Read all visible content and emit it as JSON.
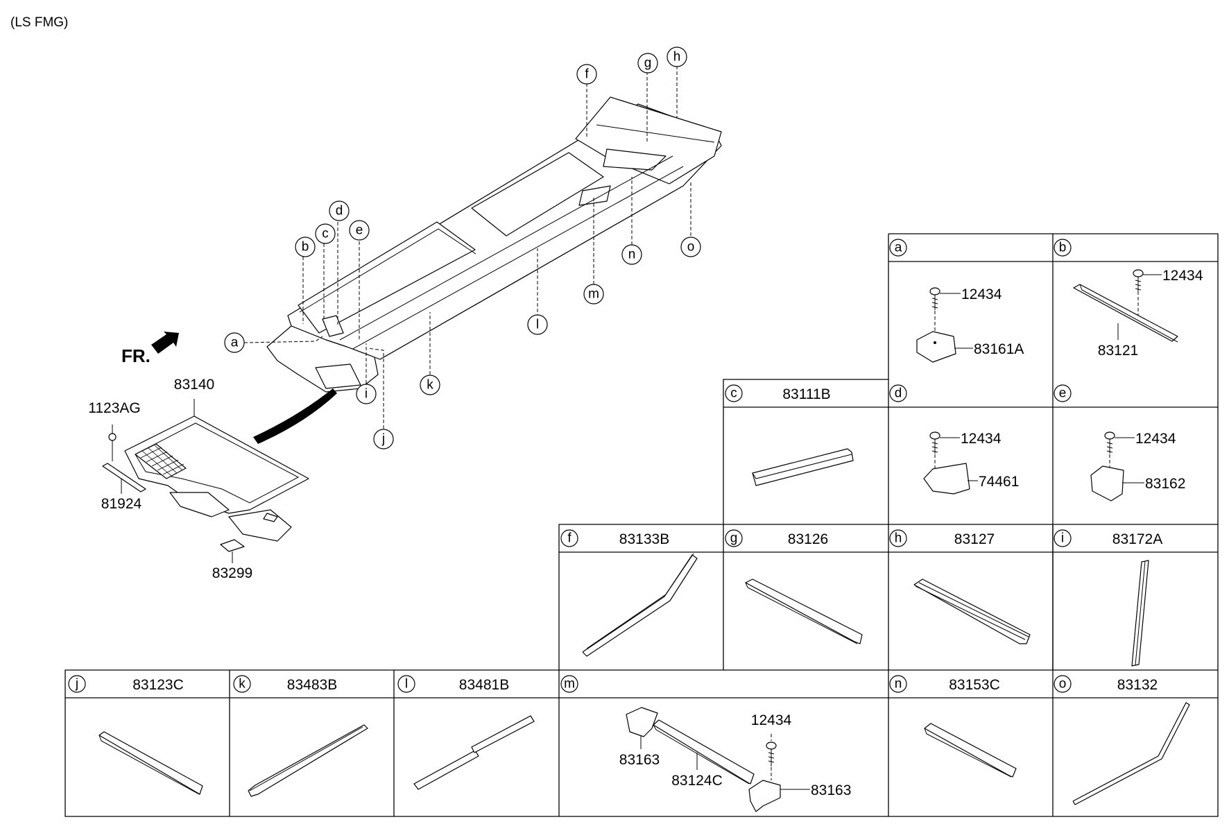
{
  "header": {
    "variant": "(LS FMG)"
  },
  "main": {
    "fr_label": "FR.",
    "part_numbers": {
      "mat": "83140",
      "screw": "1123AG",
      "strip": "81924",
      "pad": "83299"
    },
    "callouts": [
      "a",
      "b",
      "c",
      "d",
      "e",
      "f",
      "g",
      "h",
      "i",
      "j",
      "k",
      "l",
      "m",
      "n",
      "o"
    ]
  },
  "panels": {
    "a": {
      "letter": "a",
      "title": "",
      "labels": [
        "12434",
        "83161A"
      ]
    },
    "b": {
      "letter": "b",
      "title": "",
      "labels": [
        "12434",
        "83121"
      ]
    },
    "c": {
      "letter": "c",
      "title": "83111B"
    },
    "d": {
      "letter": "d",
      "title": "",
      "labels": [
        "12434",
        "74461"
      ]
    },
    "e": {
      "letter": "e",
      "title": "",
      "labels": [
        "12434",
        "83162"
      ]
    },
    "f": {
      "letter": "f",
      "title": "83133B"
    },
    "g": {
      "letter": "g",
      "title": "83126"
    },
    "h": {
      "letter": "h",
      "title": "83127"
    },
    "i": {
      "letter": "i",
      "title": "83172A"
    },
    "j": {
      "letter": "j",
      "title": "83123C"
    },
    "k": {
      "letter": "k",
      "title": "83483B"
    },
    "l": {
      "letter": "l",
      "title": "83481B"
    },
    "m": {
      "letter": "m",
      "title": "",
      "labels": [
        "83163",
        "83124C",
        "12434",
        "83163"
      ]
    },
    "n": {
      "letter": "n",
      "title": "83153C"
    },
    "o": {
      "letter": "o",
      "title": "83132"
    }
  }
}
